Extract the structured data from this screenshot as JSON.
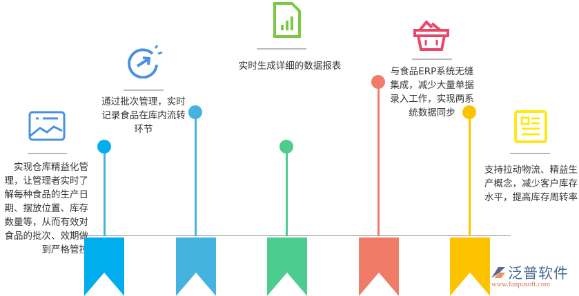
{
  "items": [
    {
      "text": "实现仓库精益化管理，让管理者实时了解每种食品的生产日期、摆放位置、库存数量等，从而有效对食品的批次、效期做到严格管控",
      "icon": "image-chart-icon",
      "color": "#00aeef"
    },
    {
      "text": "通过批次管理，实时记录食品在库内流转环节",
      "icon": "refresh-arrow-icon",
      "color": "#45b3e0"
    },
    {
      "text": "实时生成详细的数据报表",
      "icon": "report-chart-icon",
      "color": "#4ccc8e"
    },
    {
      "text": "与食品ERP系统无缝集成，减少大量单据录入工作，实现两系统数据同步",
      "icon": "basket-icon",
      "color": "#f07c68"
    },
    {
      "text": "支持拉动物流、精益生产概念，减少客户库存水平，提高库存周转率",
      "icon": "document-icon",
      "color": "#fdc300"
    }
  ],
  "logo": {
    "name": "泛普软件",
    "url": "www.fanpusoft.com"
  }
}
